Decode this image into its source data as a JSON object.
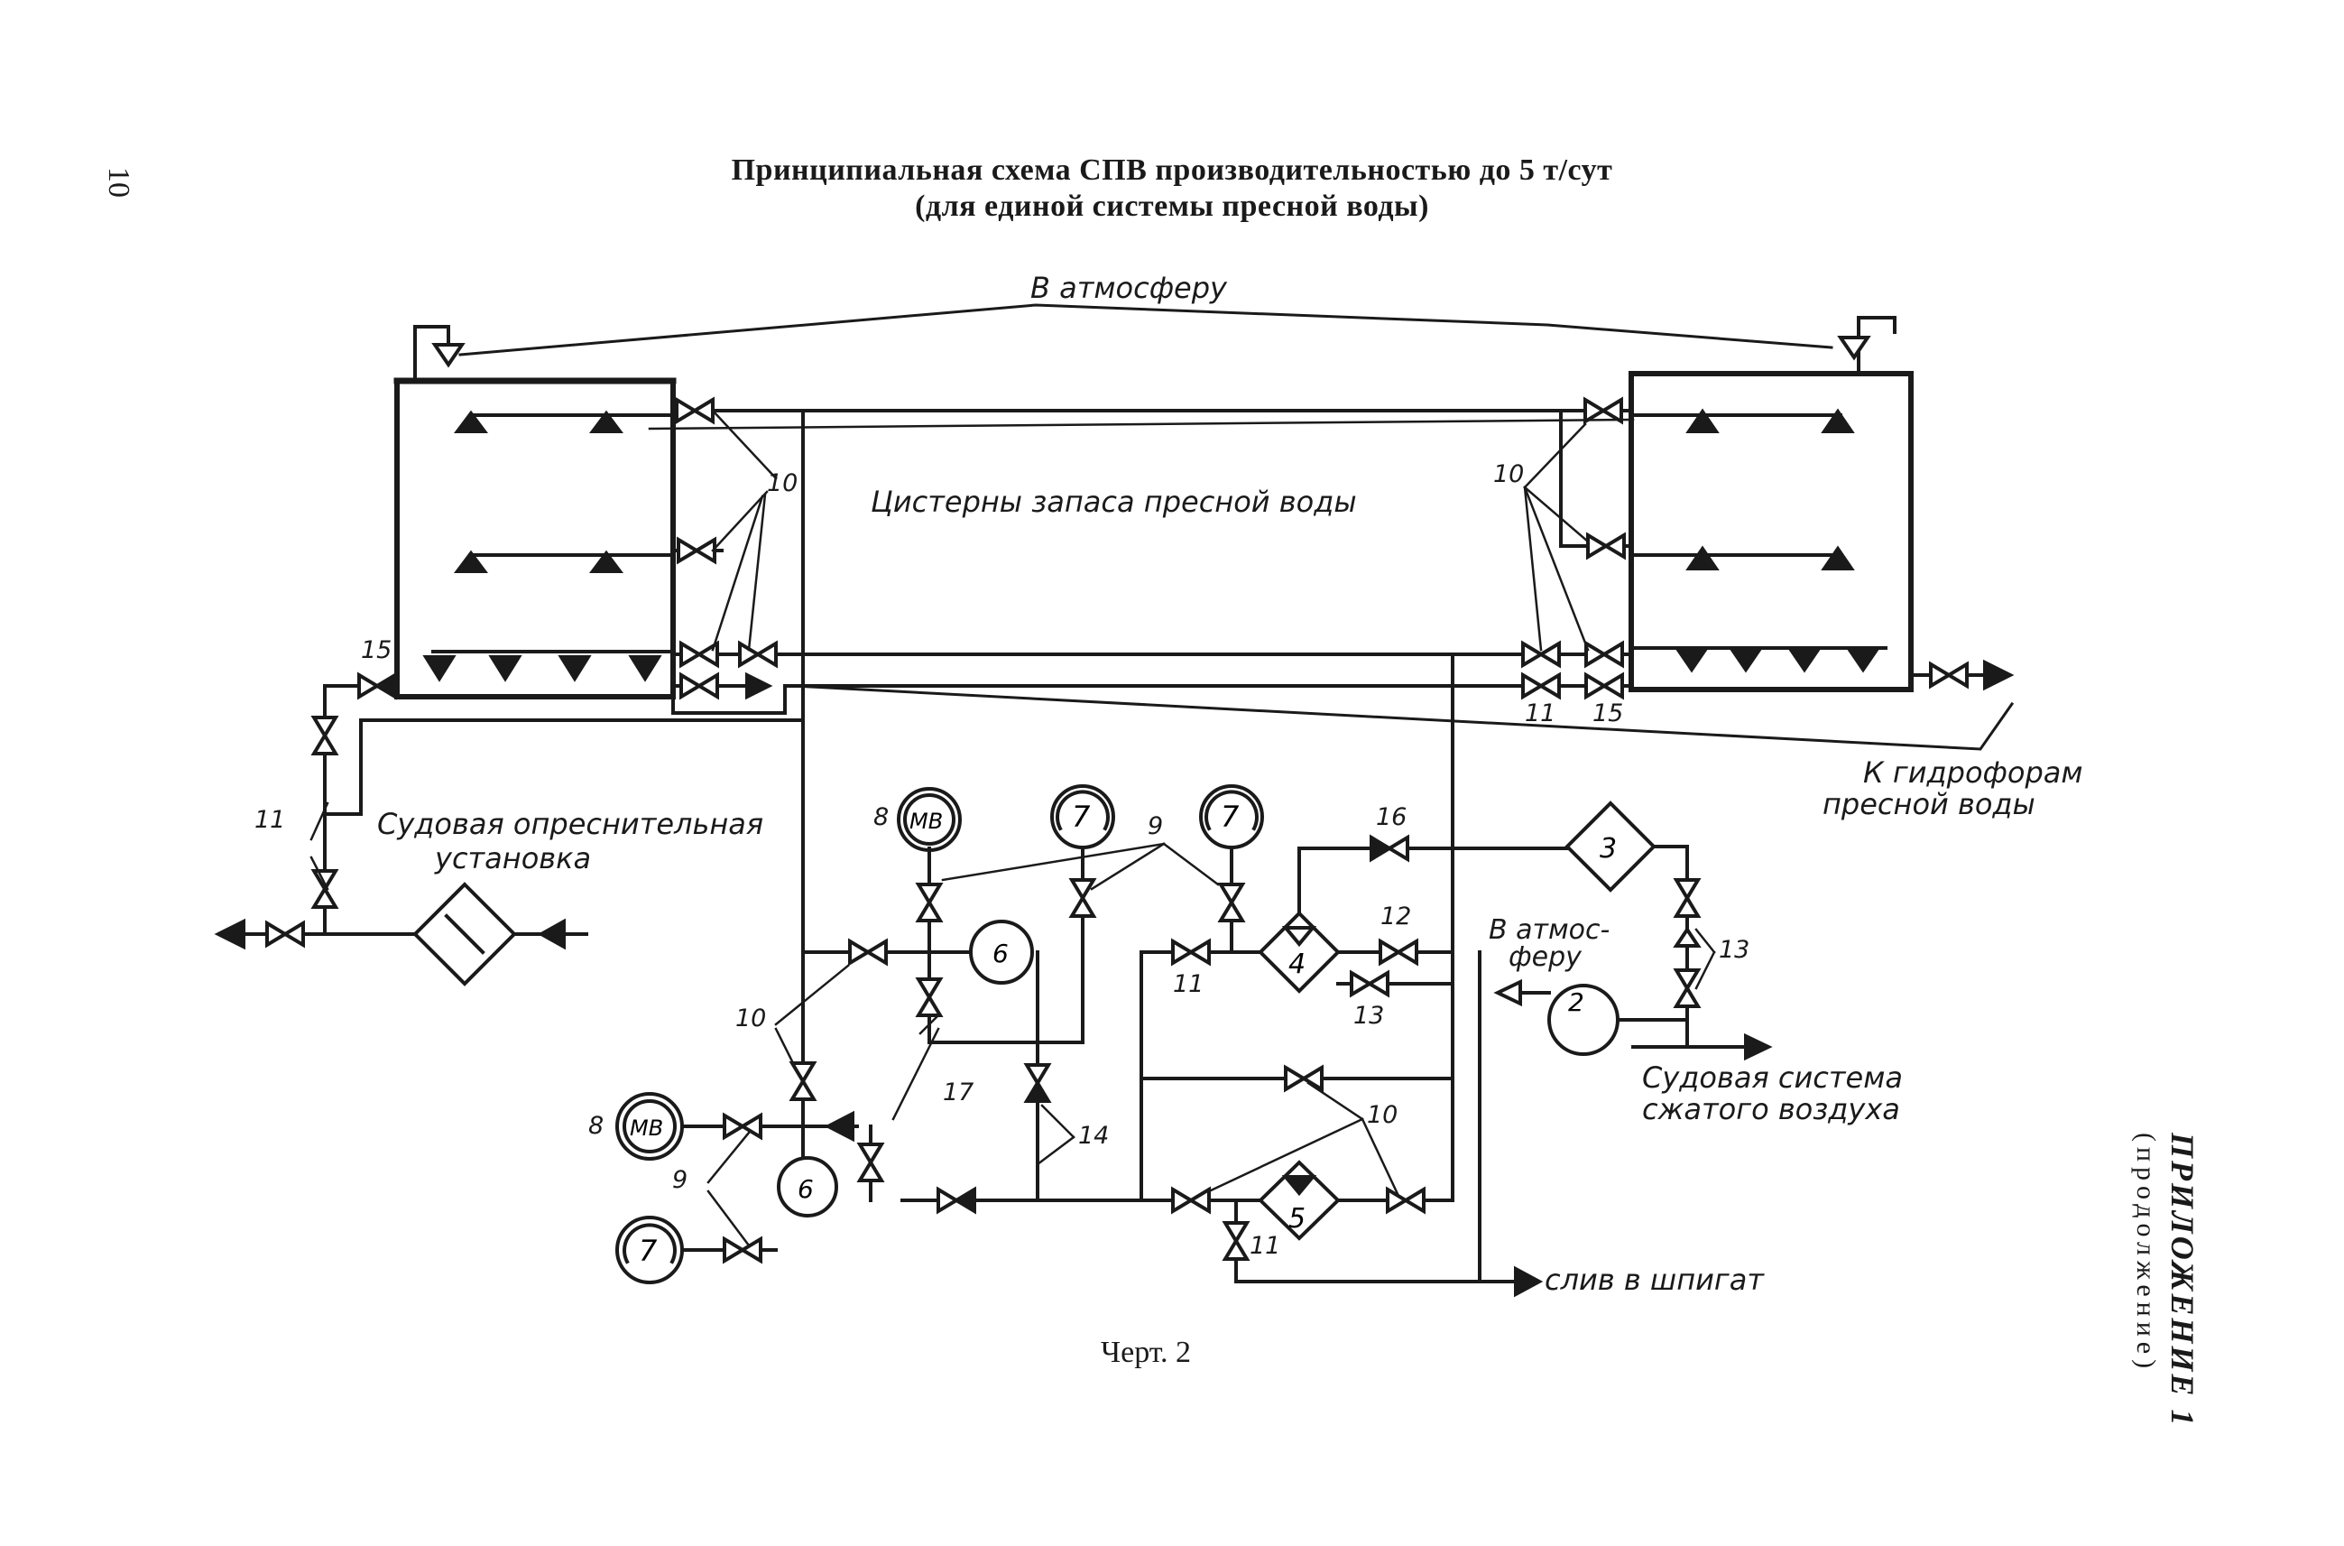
{
  "page_number": "10",
  "title_line1": "Принципиальная схема СПВ производительностью до 5 т/сут",
  "title_line2": "(для единой системы пресной воды)",
  "labels": {
    "atmosphere_top": "В атмосферу",
    "tanks": "Цистерны запаса   пресной воды",
    "desalination_line1": "Судовая опреснительная",
    "desalination_line2": "установка",
    "hydrophore_line1": "К гидрофорам",
    "hydrophore_line2": "пресной воды",
    "atmos_small_line1": "В атмос-",
    "atmos_small_line2": "феру",
    "air_system_line1": "Судовая система",
    "air_system_line2": "сжатого воздуха",
    "drain": "слив в шпигат"
  },
  "callouts": {
    "n2": "2",
    "n3": "3",
    "n4": "4",
    "n5": "5",
    "n6": "6",
    "n7": "7",
    "n8": "8",
    "n9": "9",
    "n10": "10",
    "n11": "11",
    "n12": "12",
    "n13": "13",
    "n14": "14",
    "n15": "15",
    "n16": "16",
    "n17": "17"
  },
  "gauge_mv": "МВ",
  "caption": "Черт. 2",
  "appendix": "ПРИЛОЖЕНИЕ 1",
  "appendix_cont": "(продолжение)"
}
